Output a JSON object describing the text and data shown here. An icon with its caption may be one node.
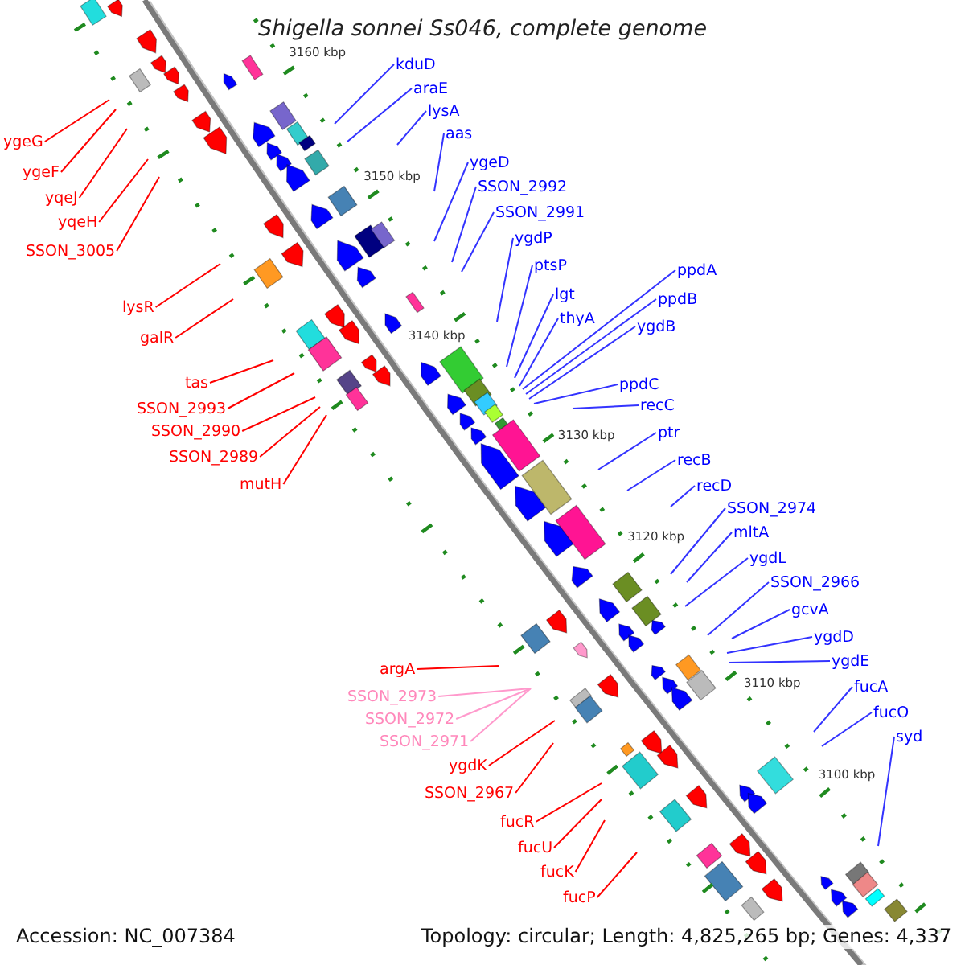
{
  "diagram": {
    "title": "Shigella sonnei Ss046, complete genome",
    "nodes": [
      {
        "text": [
          "ygeG"
        ]
      },
      {
        "text": [
          "ygeF"
        ]
      },
      {
        "text": [
          "yqeJ"
        ]
      },
      {
        "text": [
          "yqeH"
        ]
      },
      {
        "text": [
          "SSON_3005"
        ]
      },
      {
        "text": [
          "lysR"
        ]
      },
      {
        "text": [
          "galR"
        ]
      },
      {
        "text": [
          "tas"
        ]
      },
      {
        "text": [
          "SSON_2993"
        ]
      },
      {
        "text": [
          "SSON_2990"
        ]
      },
      {
        "text": [
          "SSON_2989"
        ]
      },
      {
        "text": [
          "mutH"
        ]
      },
      {
        "text": [
          "argA"
        ]
      },
      {
        "text": [
          "SSON_2973"
        ]
      },
      {
        "text": [
          "SSON_2972"
        ]
      },
      {
        "text": [
          "SSON_2971"
        ]
      },
      {
        "text": [
          "ygdK"
        ]
      },
      {
        "text": [
          "SSON_2967"
        ]
      },
      {
        "text": [
          "fucR"
        ]
      },
      {
        "text": [
          "fucU"
        ]
      },
      {
        "text": [
          "fucK"
        ]
      },
      {
        "text": [
          "fucP"
        ]
      },
      {
        "text": [
          "kduD"
        ]
      },
      {
        "text": [
          "araE"
        ]
      },
      {
        "text": [
          "lysA"
        ]
      },
      {
        "text": [
          "aas"
        ]
      },
      {
        "text": [
          "ygeD"
        ]
      },
      {
        "text": [
          "SSON_2992"
        ]
      },
      {
        "text": [
          "SSON_2991"
        ]
      },
      {
        "text": [
          "ygdP"
        ]
      },
      {
        "text": [
          "ptsP"
        ]
      },
      {
        "text": [
          "lgt"
        ]
      },
      {
        "text": [
          "thyA"
        ]
      },
      {
        "text": [
          "ppdA"
        ]
      },
      {
        "text": [
          "ppdB"
        ]
      },
      {
        "text": [
          "ygdB"
        ]
      },
      {
        "text": [
          "ppdC"
        ]
      },
      {
        "text": [
          "recC"
        ]
      },
      {
        "text": [
          "ptr"
        ]
      },
      {
        "text": [
          "recB"
        ]
      },
      {
        "text": [
          "recD"
        ]
      },
      {
        "text": [
          "SSON_2974"
        ]
      },
      {
        "text": [
          "mltA"
        ]
      },
      {
        "text": [
          "ygdL"
        ]
      },
      {
        "text": [
          "SSON_2966"
        ]
      },
      {
        "text": [
          "gcvA"
        ]
      },
      {
        "text": [
          "ygdD"
        ]
      },
      {
        "text": [
          "ygdE"
        ]
      },
      {
        "text": [
          "fucA"
        ]
      },
      {
        "text": [
          "fucO"
        ]
      },
      {
        "text": [
          "syd"
        ]
      }
    ],
    "edges": [
      {
        "from": 0,
        "to": null,
        "arrow": "none",
        "color": "#ff0000"
      },
      {
        "from": 1,
        "to": null,
        "arrow": "none",
        "color": "#ff0000"
      },
      {
        "from": 2,
        "to": null,
        "arrow": "none",
        "color": "#ff0000"
      },
      {
        "from": 3,
        "to": null,
        "arrow": "none",
        "color": "#ff0000"
      },
      {
        "from": 4,
        "to": null,
        "arrow": "none",
        "color": "#ff0000"
      },
      {
        "from": 5,
        "to": null,
        "arrow": "none",
        "color": "#ff0000"
      },
      {
        "from": 6,
        "to": null,
        "arrow": "none",
        "color": "#ff0000"
      },
      {
        "from": 7,
        "to": null,
        "arrow": "none",
        "color": "#ff0000"
      },
      {
        "from": 8,
        "to": null,
        "arrow": "none",
        "color": "#ff0000"
      },
      {
        "from": 9,
        "to": null,
        "arrow": "none",
        "color": "#ff0000"
      },
      {
        "from": 10,
        "to": null,
        "arrow": "none",
        "color": "#ff0000"
      },
      {
        "from": 11,
        "to": null,
        "arrow": "none",
        "color": "#ff0000"
      },
      {
        "from": 12,
        "to": null,
        "arrow": "none",
        "color": "#ff0000"
      },
      {
        "from": 13,
        "to": null,
        "arrow": "none",
        "color": "#ff99cc"
      },
      {
        "from": 14,
        "to": null,
        "arrow": "none",
        "color": "#ff99cc"
      },
      {
        "from": 15,
        "to": null,
        "arrow": "none",
        "color": "#ff99cc"
      },
      {
        "from": 16,
        "to": null,
        "arrow": "none",
        "color": "#ff0000"
      },
      {
        "from": 17,
        "to": null,
        "arrow": "none",
        "color": "#ff0000"
      },
      {
        "from": 18,
        "to": null,
        "arrow": "none",
        "color": "#ff0000"
      },
      {
        "from": 19,
        "to": null,
        "arrow": "none",
        "color": "#ff0000"
      },
      {
        "from": 20,
        "to": null,
        "arrow": "none",
        "color": "#ff0000"
      },
      {
        "from": 21,
        "to": null,
        "arrow": "none",
        "color": "#ff0000"
      },
      {
        "from": 22,
        "to": null,
        "arrow": "none"
      },
      {
        "from": 23,
        "to": null,
        "arrow": "none"
      },
      {
        "from": 24,
        "to": null,
        "arrow": "none"
      },
      {
        "from": 25,
        "to": null,
        "arrow": "none"
      },
      {
        "from": 26,
        "to": null,
        "arrow": "none"
      },
      {
        "from": 27,
        "to": null,
        "arrow": "none"
      },
      {
        "from": 28,
        "to": null,
        "arrow": "none"
      },
      {
        "from": 29,
        "to": null,
        "arrow": "none"
      },
      {
        "from": 30,
        "to": null,
        "arrow": "none"
      },
      {
        "from": 31,
        "to": null,
        "arrow": "none"
      },
      {
        "from": 32,
        "to": null,
        "arrow": "none"
      },
      {
        "from": 33,
        "to": null,
        "arrow": "none"
      },
      {
        "from": 34,
        "to": null,
        "arrow": "none"
      },
      {
        "from": 35,
        "to": null,
        "arrow": "none"
      },
      {
        "from": 36,
        "to": null,
        "arrow": "none"
      },
      {
        "from": 37,
        "to": null,
        "arrow": "none"
      },
      {
        "from": 38,
        "to": null,
        "arrow": "none"
      },
      {
        "from": 39,
        "to": null,
        "arrow": "none"
      },
      {
        "from": 40,
        "to": null,
        "arrow": "none"
      },
      {
        "from": 41,
        "to": null,
        "arrow": "none"
      },
      {
        "from": 42,
        "to": null,
        "arrow": "none"
      },
      {
        "from": 43,
        "to": null,
        "arrow": "none"
      },
      {
        "from": 44,
        "to": null,
        "arrow": "none"
      },
      {
        "from": 45,
        "to": null,
        "arrow": "none"
      },
      {
        "from": 46,
        "to": null,
        "arrow": "none"
      },
      {
        "from": 47,
        "to": null,
        "arrow": "none"
      },
      {
        "from": 48,
        "to": null,
        "arrow": "none"
      },
      {
        "from": 49,
        "to": null,
        "arrow": "none"
      },
      {
        "from": 50,
        "to": null,
        "arrow": "none"
      }
    ],
    "labels": [
      "3160 kbp",
      "3150 kbp",
      "3140 kbp",
      "3130 kbp",
      "3120 kbp",
      "3110 kbp",
      "3100 kbp",
      "Accession: NC_007384",
      "Topology: circular; Length: 4,825,265 bp; Genes: 4,337"
    ]
  }
}
